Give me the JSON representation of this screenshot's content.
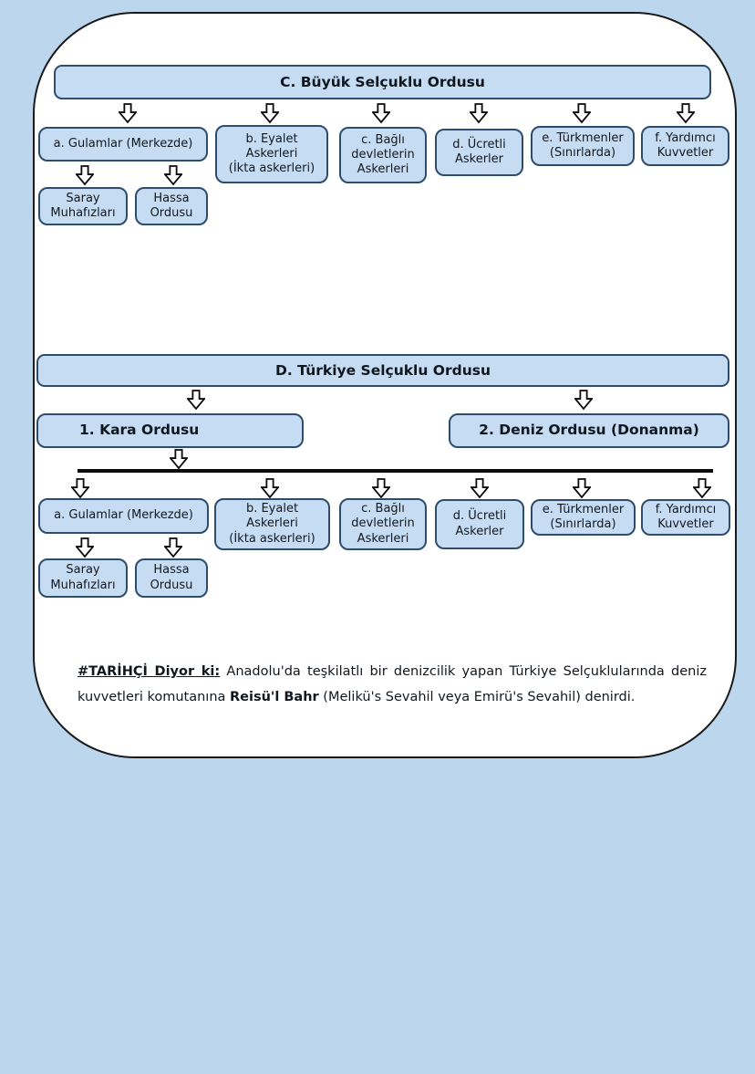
{
  "colors": {
    "page_background": "#bcd6ee",
    "sheet_background": "#ffffff",
    "sheet_border": "#1a1a1a",
    "box_fill": "#c6dcf3",
    "box_border": "#2e4c6b",
    "text": "#10181f",
    "connector_line": "#0b0b0b"
  },
  "icons": {
    "down_arrow": "hollow outline down arrow, white fill, black stroke"
  },
  "section_c": {
    "title": "C. Büyük Selçuklu Ordusu",
    "branches": [
      {
        "label": "a. Gulamlar (Merkezde)"
      },
      {
        "label": "b. Eyalet\nAskerleri\n(İkta askerleri)"
      },
      {
        "label": "c. Bağlı\ndevletlerin\nAskerleri"
      },
      {
        "label": "d. Ücretli\nAskerler"
      },
      {
        "label": "e. Türkmenler\n(Sınırlarda)"
      },
      {
        "label": "f. Yardımcı\nKuvvetler"
      }
    ],
    "sub_branches": [
      {
        "label": "Saray\nMuhafızları"
      },
      {
        "label": "Hassa\nOrdusu"
      }
    ]
  },
  "section_d": {
    "title": "D. Türkiye Selçuklu Ordusu",
    "divisions": [
      {
        "label": "1. Kara Ordusu"
      },
      {
        "label": "2. Deniz Ordusu (Donanma)"
      }
    ],
    "branches": [
      {
        "label": "a. Gulamlar (Merkezde)"
      },
      {
        "label": "b. Eyalet\nAskerleri\n(İkta askerleri)"
      },
      {
        "label": "c. Bağlı\ndevletlerin\nAskerleri"
      },
      {
        "label": "d. Ücretli\nAskerler"
      },
      {
        "label": "e. Türkmenler\n(Sınırlarda)"
      },
      {
        "label": "f. Yardımcı\nKuvvetler"
      }
    ],
    "sub_branches": [
      {
        "label": "Saray\nMuhafızları"
      },
      {
        "label": "Hassa\nOrdusu"
      }
    ]
  },
  "note": {
    "tag": "#TARİHÇİ Diyor ki:",
    "text_1": " Anadolu'da teşkilatlı bir denizcilik yapan Türkiye Selçuklularında deniz kuvvetleri komutanına ",
    "bold_term": "Reisü'l Bahr",
    "text_2": " (Melikü's Sevahil veya Emirü's Sevahil) denirdi."
  }
}
